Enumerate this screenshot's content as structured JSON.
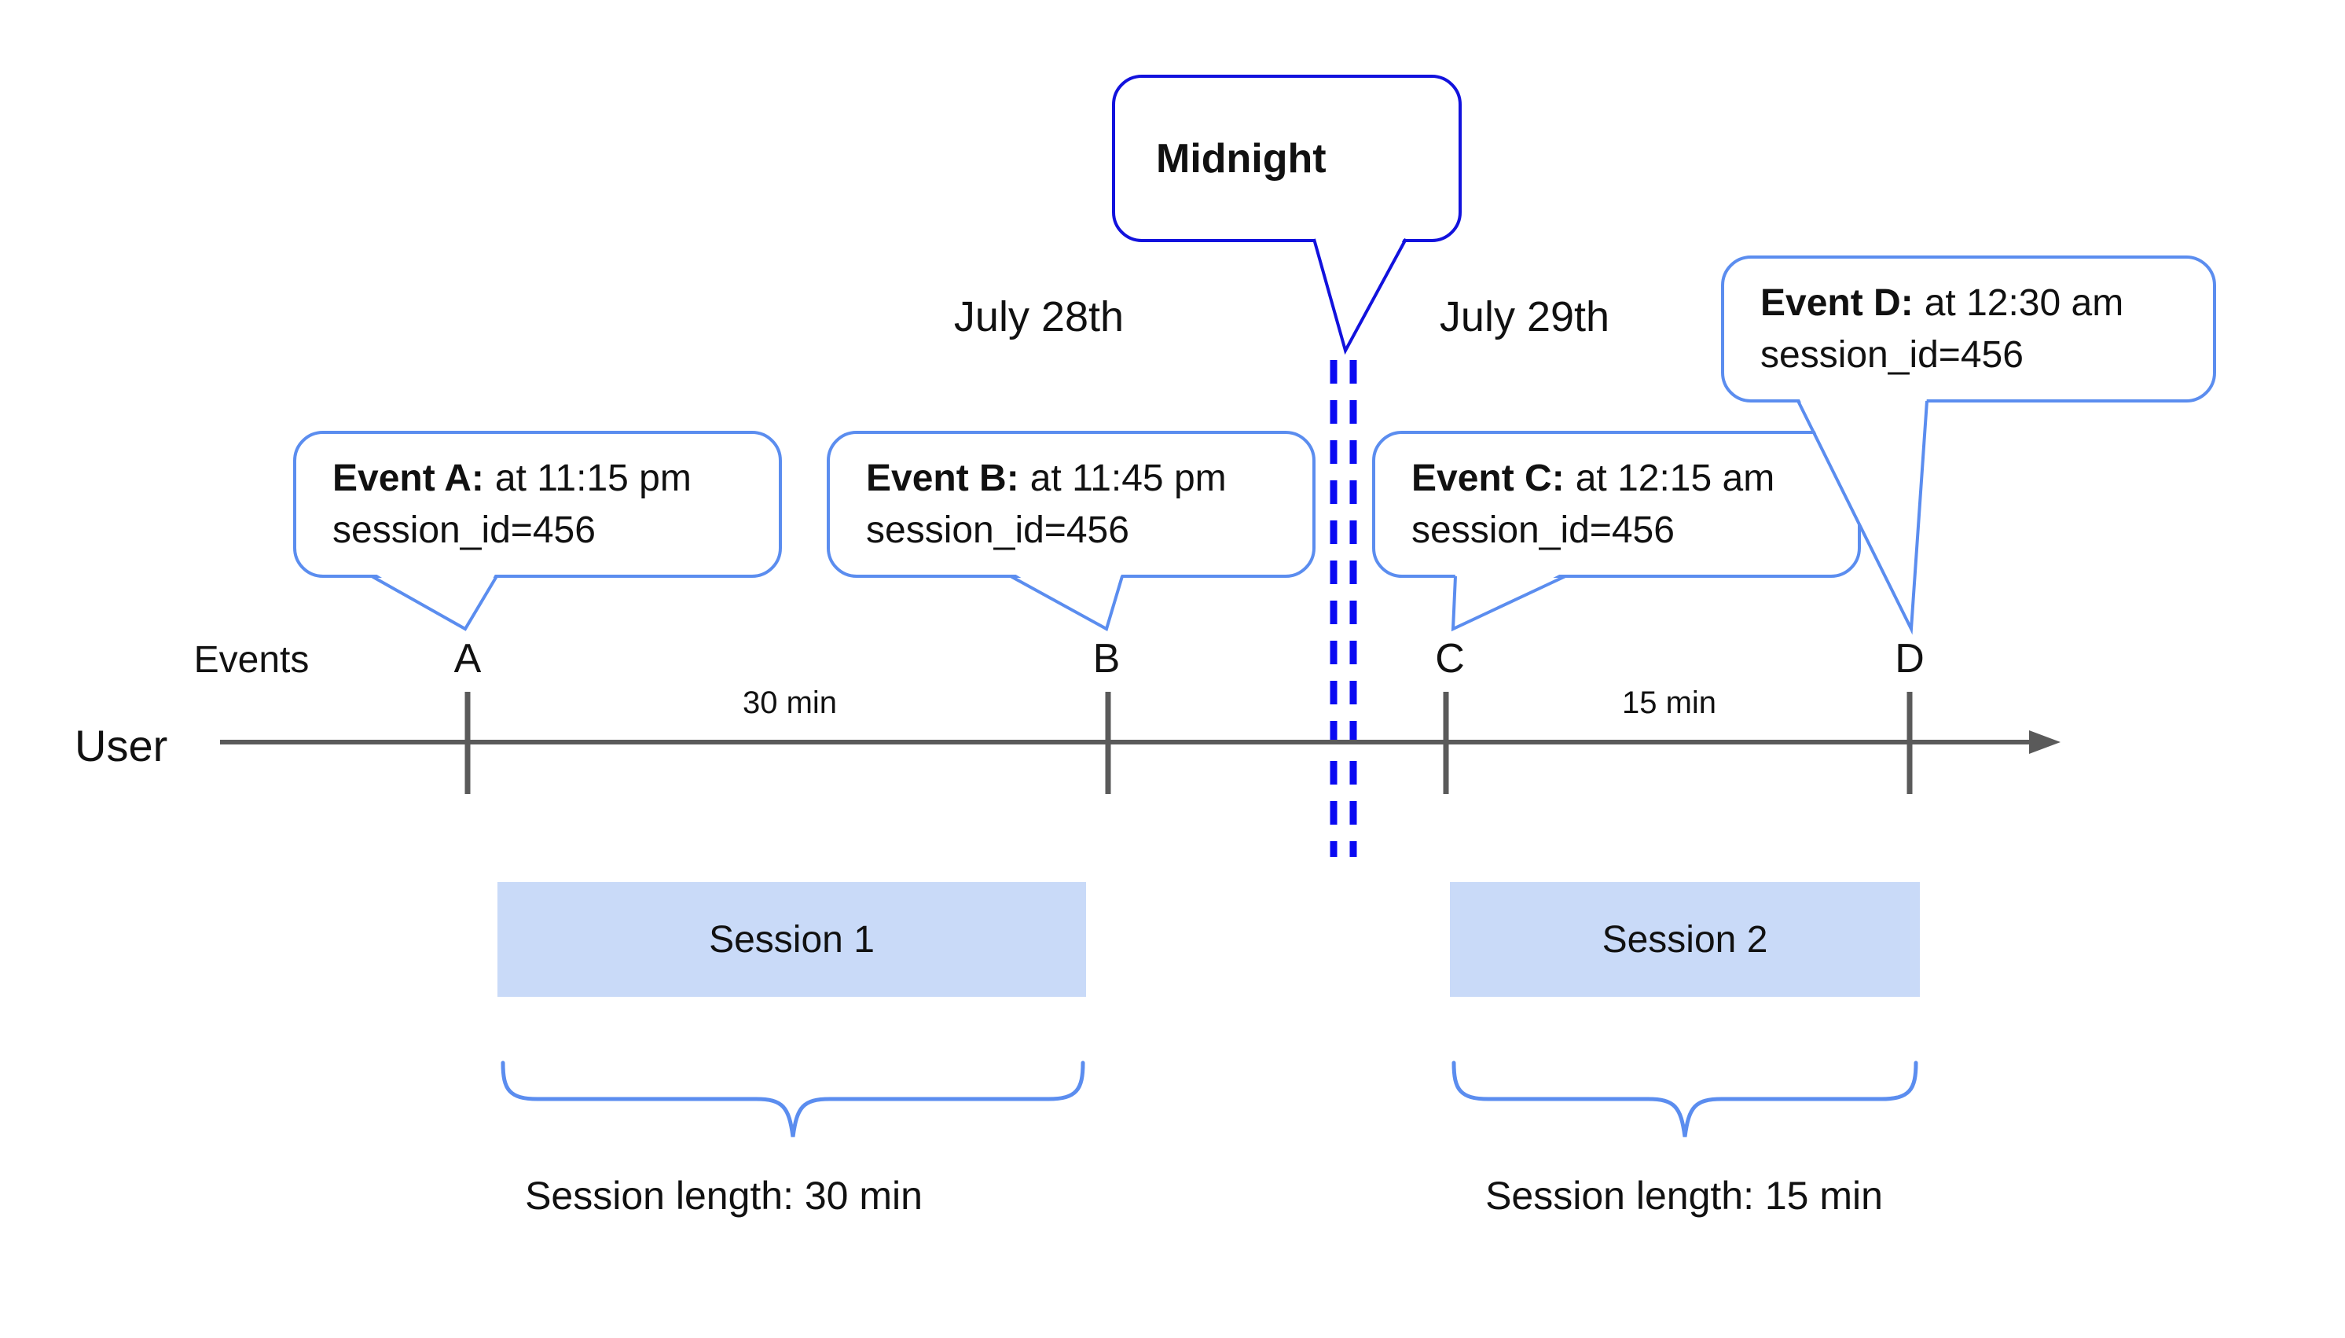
{
  "dates": {
    "before_midnight": "July 28th",
    "after_midnight": "July 29th"
  },
  "midnight_callout": {
    "label": "Midnight"
  },
  "event_callouts": [
    {
      "name": "Event A:",
      "detail": "at 11:15 pm",
      "session": "session_id=456"
    },
    {
      "name": "Event B:",
      "detail": "at 11:45 pm",
      "session": "session_id=456"
    },
    {
      "name": "Event C:",
      "detail": "at 12:15 am",
      "session": "session_id=456"
    },
    {
      "name": "Event D:",
      "detail": "at 12:30 am",
      "session": "session_id=456"
    }
  ],
  "timeline": {
    "row_label": "Events",
    "axis_label": "User",
    "marks": [
      "A",
      "B",
      "C",
      "D"
    ],
    "intervals": [
      {
        "label": "30 min"
      },
      {
        "label": "15 min"
      }
    ]
  },
  "sessions": [
    {
      "label": "Session 1",
      "length_label": "Session length: 30 min"
    },
    {
      "label": "Session 2",
      "length_label": "Session length: 15 min"
    }
  ],
  "colors": {
    "callout": "#5b8def",
    "midnight": "#1212dd",
    "dash": "#0a0af2",
    "session_fill": "#c9daf8",
    "axis": "#5a5a5a",
    "text": "#111111"
  }
}
